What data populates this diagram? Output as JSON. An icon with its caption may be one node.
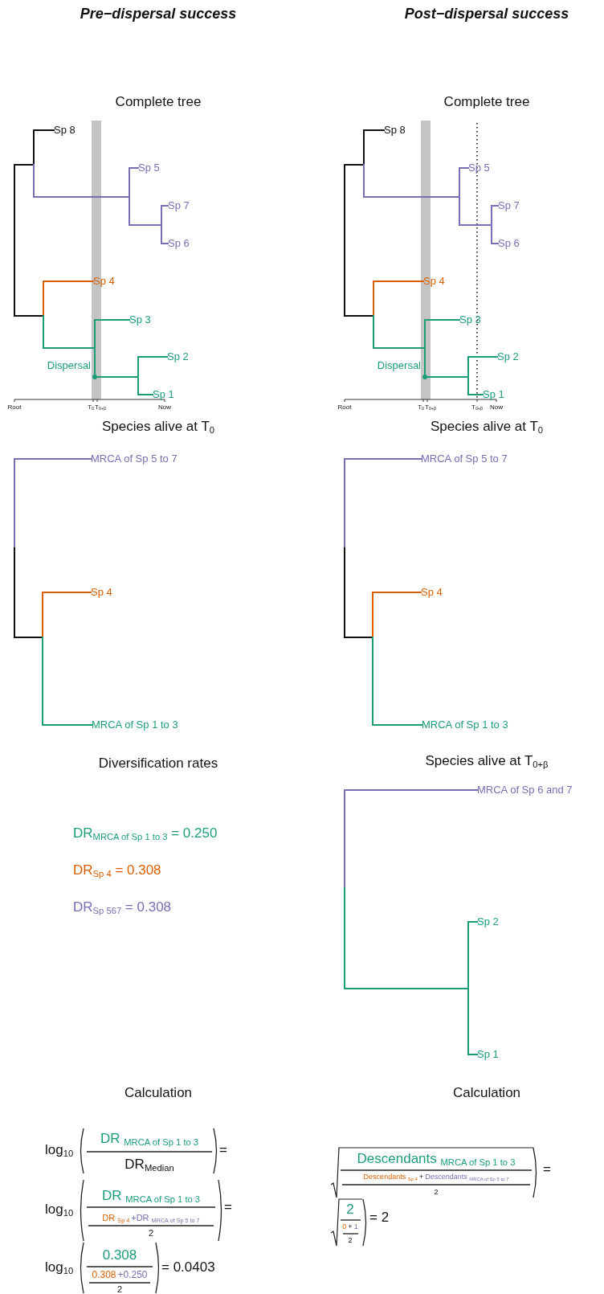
{
  "diagram": {
    "labels": [
      "Pre−dispersal success",
      "Post−dispersal success",
      "Complete tree",
      "Sp 8",
      "Sp 5",
      "Sp 7",
      "Sp 6",
      "Sp 4",
      "Sp 3",
      "Sp 2",
      "Dispersal",
      "Sp 1",
      "Root",
      "T$_{0}$",
      "T$_{0+β}$",
      "Now",
      "Species alive at T$_{0}$",
      "MRCA of Sp 5 to 7",
      "Sp 4",
      "MRCA of Sp 1 to 3",
      "Diversification rates",
      "DR$_{MRCA of Sp 1 to 3}$ = 0.250",
      "DR$_{Sp 4}$ = 0.308",
      "DR$_{Sp 567}$ = 0.308",
      "Calculation",
      "log$_{10}$",
      "DR $_{MRCA of Sp 1 to 3}$",
      "DR$_{Median}$",
      "=",
      "log$_{10}$",
      "DR $_{MRCA of Sp 1 to 3}$",
      "DR $_{Sp 4}$",
      "+DR $_{MRCA of Sp 5 to 7}$",
      "2",
      "=",
      "log$_{10}$",
      "0.308",
      "0.308",
      "+0.250",
      "2",
      "= 0.0403",
      "Complete tree",
      "Sp 8",
      "Sp 5",
      "Sp 7",
      "Sp 6",
      "Sp 4",
      "Sp 3",
      "Sp 2",
      "Dispersal",
      "Sp 1",
      "Root",
      "T$_{0}$",
      "T$_{0+β}$",
      "T$_{0+β}$",
      "Now",
      "Species alive at T$_{0}$",
      "MRCA of Sp 5 to 7",
      "Sp 4",
      "MRCA of Sp 1 to 3",
      "Species alive at T$_{0+β}$",
      "MRCA of Sp 6 and 7",
      "Sp 2",
      "Sp 1",
      "Calculation",
      "Descendants $_{MRCA of Sp 1 to 3}$",
      "Descendants $_{Sp 4}$",
      "+",
      "Descendants $_{MRCA of Sp 5 to 7}$",
      "2",
      "=",
      "2",
      "0",
      "+",
      "1",
      "2",
      "= 2"
    ]
  }
}
